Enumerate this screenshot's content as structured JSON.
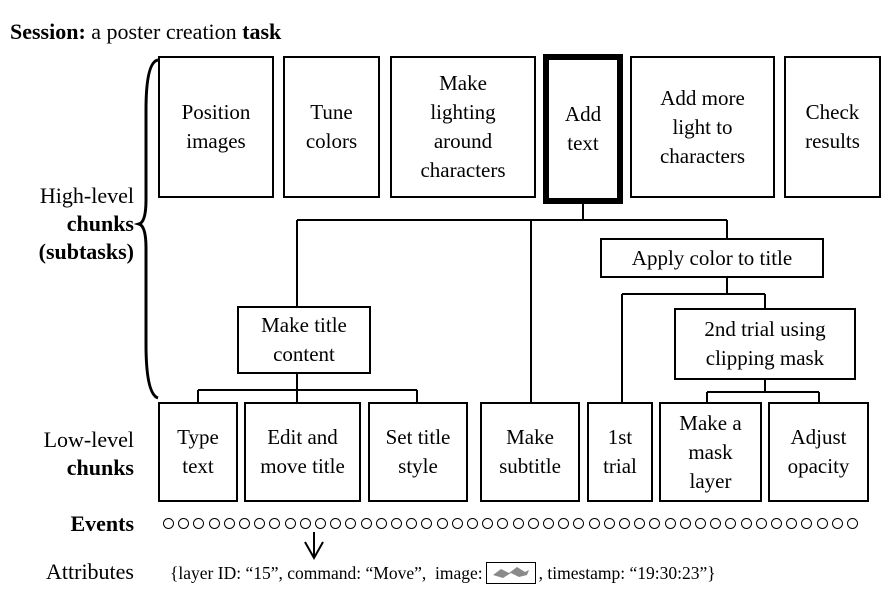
{
  "session": {
    "label": "Session:",
    "text_pre": "a poster creation",
    "text_bold": "task"
  },
  "labels": {
    "high_level_line1": "High-level",
    "high_level_line2": "chunks",
    "high_level_line3": "(subtasks)",
    "low_level_line1": "Low-level",
    "low_level_line2": "chunks",
    "events": "Events",
    "attributes": "Attributes"
  },
  "high_level_chunks": [
    "Position\nimages",
    "Tune\ncolors",
    "Make\nlighting\naround\ncharacters",
    "Add\ntext",
    "Add more\nlight to\ncharacters",
    "Check\nresults"
  ],
  "mid_chunks": {
    "make_title_content": "Make title\ncontent",
    "apply_color": "Apply color to title",
    "second_trial": "2nd trial using\nclipping mask"
  },
  "low_level_chunks": [
    "Type\ntext",
    "Edit and\nmove title",
    "Set title\nstyle",
    "Make\nsubtitle",
    "1st\ntrial",
    "Make a\nmask\nlayer",
    "Adjust\nopacity"
  ],
  "events_count": 46,
  "attributes": {
    "open": "{",
    "layer_id": "layer ID: “15”,",
    "command": "command: “Move”,",
    "image_label": "image:",
    "timestamp": ", timestamp: “19:30:23”}"
  }
}
